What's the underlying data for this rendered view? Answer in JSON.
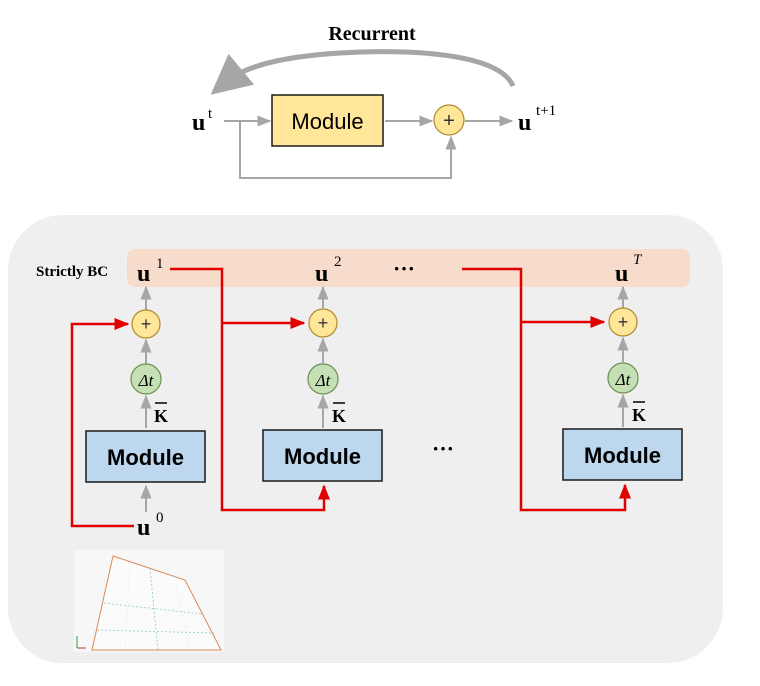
{
  "top": {
    "title": "Recurrent",
    "module_label": "Module",
    "plus_symbol": "+",
    "input_base": "u",
    "input_sup": "t",
    "output_base": "u",
    "output_sup": "t+1"
  },
  "bottom": {
    "strict_label": "Strictly BC",
    "u_base": "u",
    "u1_sup": "1",
    "u2_sup": "2",
    "uT_sup": "T",
    "u0_sup": "0",
    "dots": "···",
    "plus_symbol": "+",
    "dt_label": "Δt",
    "k_label": "K",
    "module_label": "Module"
  },
  "colors": {
    "module_top_fill": "#FFE699",
    "module_top_stroke": "#1a1a1a",
    "module_bottom_fill": "#BDD7EE",
    "module_bottom_stroke": "#1a1a1a",
    "plus_fill": "#FFE699",
    "plus_stroke": "#B08A30",
    "dt_fill": "#C5E0B4",
    "dt_stroke": "#6E8E54",
    "highlight_band": "#F8DCCB",
    "panel_fill": "#EFEFEF",
    "red_arrow": "#E00000",
    "gray_arrow": "#A6A6A6"
  }
}
